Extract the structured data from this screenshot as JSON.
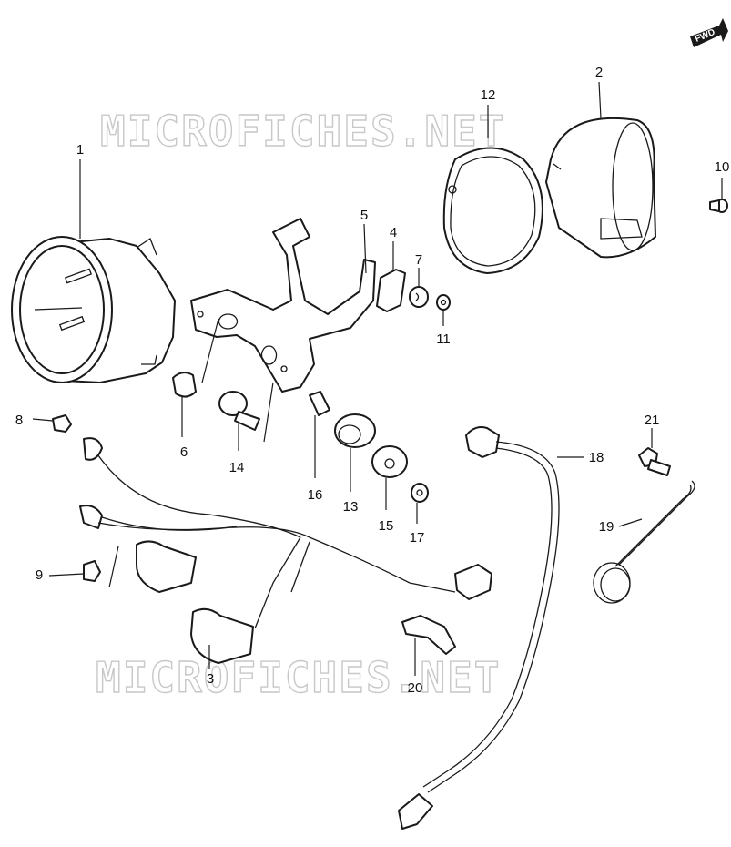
{
  "watermark": "MICROFICHES.NET",
  "direction_badge": "FWD",
  "callouts": {
    "c1": "1",
    "c2": "2",
    "c3": "3",
    "c4": "4",
    "c5": "5",
    "c6": "6",
    "c7": "7",
    "c8": "8",
    "c9": "9",
    "c10": "10",
    "c11": "11",
    "c12": "12",
    "c13": "13",
    "c14": "14",
    "c15": "15",
    "c16": "16",
    "c17": "17",
    "c18": "18",
    "c19": "19",
    "c20": "20",
    "c21": "21"
  }
}
